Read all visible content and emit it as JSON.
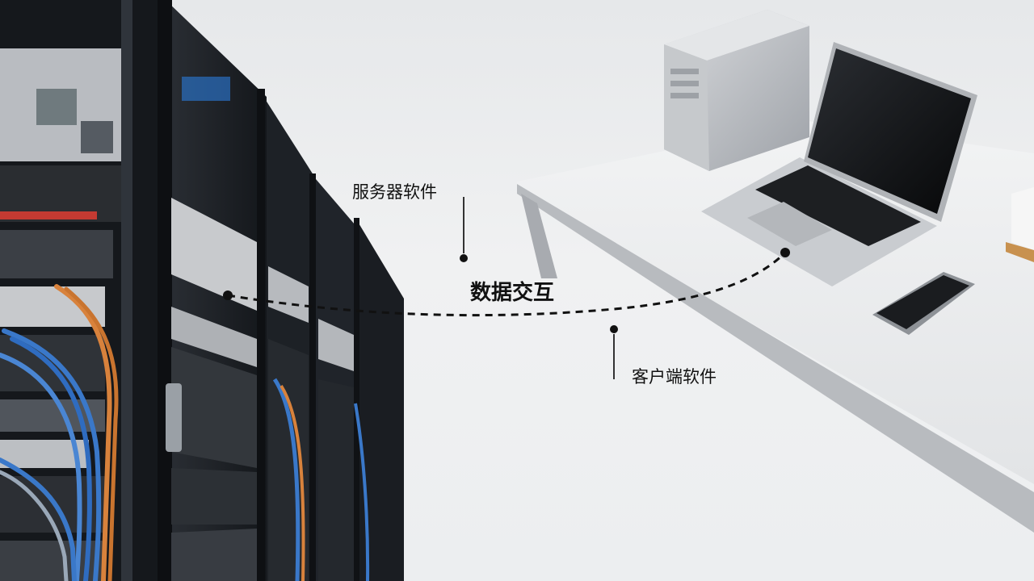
{
  "labels": {
    "server_software": "服务器软件",
    "data_exchange": "数据交互",
    "client_software": "客户端软件"
  },
  "scene": {
    "left_object": "server-rack",
    "right_objects": [
      "tower-server",
      "laptop",
      "smartphone",
      "desk"
    ],
    "connection_style": "dashed-curve"
  },
  "colors": {
    "background": "#eceef0",
    "rack_frame": "#1c1f24",
    "cable_blue": "#3a78c9",
    "cable_orange": "#d8823c",
    "desk_top": "#e9eaec",
    "text": "#111111"
  }
}
